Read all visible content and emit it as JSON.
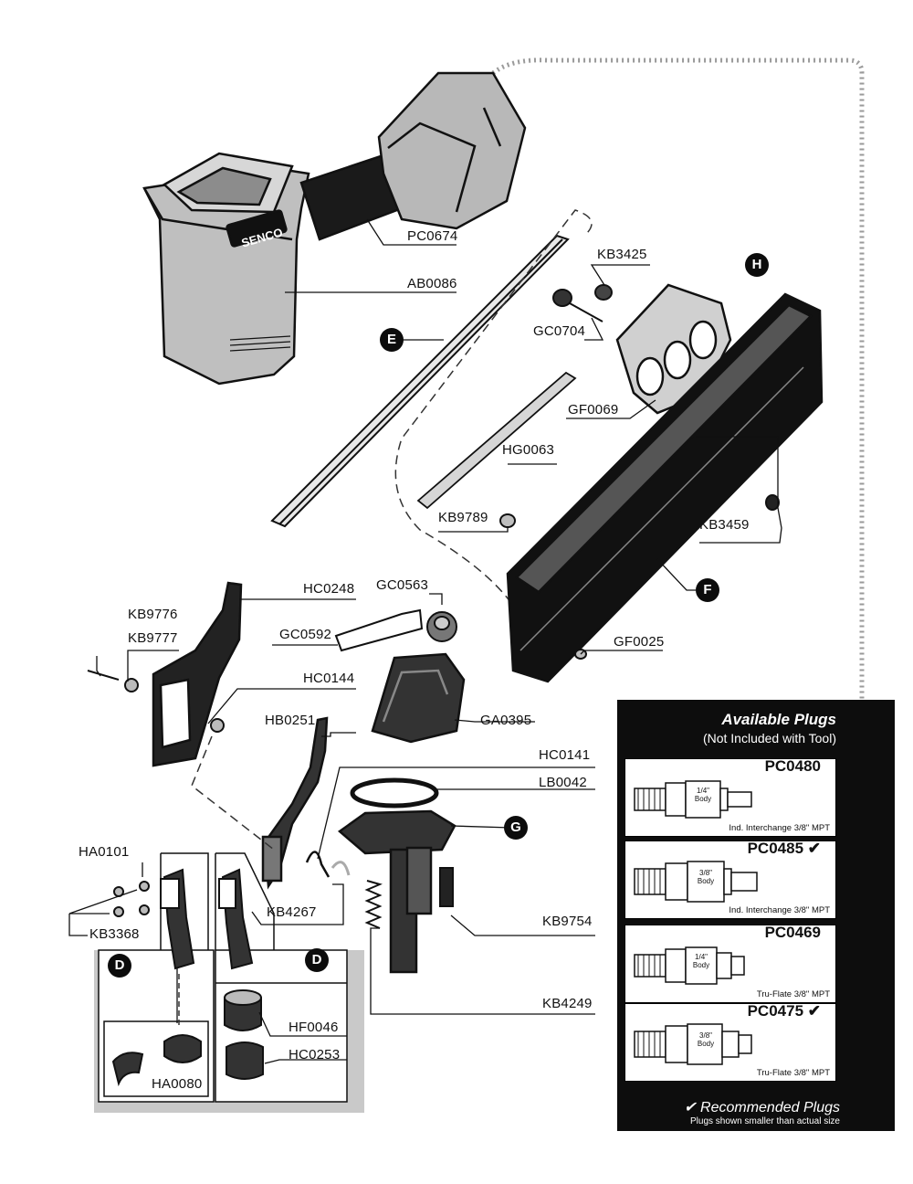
{
  "parts": {
    "pc0674": "PC0674",
    "ab0086": "AB0086",
    "kb3425": "KB3425",
    "gc0704": "GC0704",
    "gf0069": "GF0069",
    "hg0063": "HG0063",
    "kb3459": "KB3459",
    "kb9789": "KB9789",
    "gf0025": "GF0025",
    "hc0248": "HC0248",
    "gc0563": "GC0563",
    "kb9776": "KB9776",
    "gc0592": "GC0592",
    "kb9777": "KB9777",
    "hc0144": "HC0144",
    "ga0395": "GA0395",
    "hb0251": "HB0251",
    "hc0141": "HC0141",
    "lb0042": "LB0042",
    "ha0101": "HA0101",
    "kb3368": "KB3368",
    "kb4267": "KB4267",
    "kb9754": "KB9754",
    "hf0046": "HF0046",
    "hc0253": "HC0253",
    "kb4249": "KB4249",
    "ha0080": "HA0080"
  },
  "callouts": {
    "e": "E",
    "h": "H",
    "f": "F",
    "g": "G",
    "d_left": "D",
    "d_right": "D"
  },
  "brand": "SENCO",
  "plugs": {
    "title": "Available Plugs",
    "subtitle": "(Not Included with Tool)",
    "items": [
      {
        "code": "PC0480",
        "body_size": "1/4\"",
        "body_word": "Body",
        "desc": "Ind. Interchange 3/8\" MPT"
      },
      {
        "code": "PC0485 ✔",
        "body_size": "3/8\"",
        "body_word": "Body",
        "desc": "Ind. Interchange 3/8\" MPT"
      },
      {
        "code": "PC0469",
        "body_size": "1/4\"",
        "body_word": "Body",
        "desc": "Tru-Flate 3/8\" MPT"
      },
      {
        "code": "PC0475 ✔",
        "body_size": "3/8\"",
        "body_word": "Body",
        "desc": "Tru-Flate 3/8\" MPT"
      }
    ],
    "recommended": "✔ Recommended Plugs",
    "note": "Plugs shown smaller than actual size"
  }
}
